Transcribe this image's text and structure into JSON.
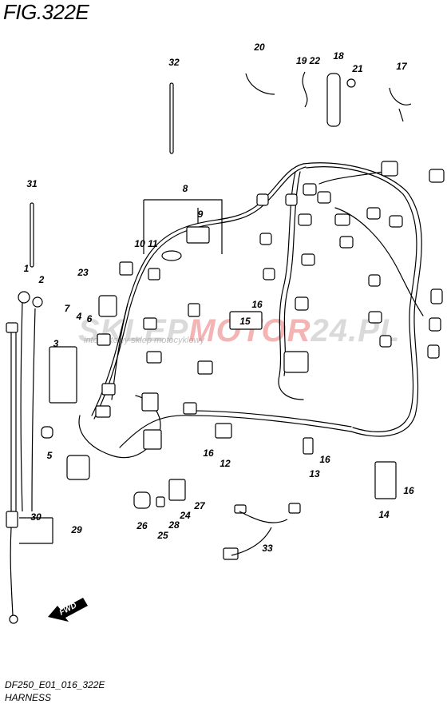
{
  "figure": {
    "title": "FIG.322E",
    "code": "DF250_E01_016_322E",
    "subtitle": "HARNESS"
  },
  "watermark": {
    "brand_main": "SKLEP",
    "brand_accent": "MOTOR",
    "brand_suffix": "24.PL",
    "tagline": "internetowy sklep motocyklowy"
  },
  "fwd_label": "FWD",
  "callouts": {
    "c1": "1",
    "c2": "2",
    "c3": "3",
    "c4": "4",
    "c5": "5",
    "c6": "6",
    "c7": "7",
    "c8": "8",
    "c9": "9",
    "c10_11": "10 11",
    "c12": "12",
    "c13": "13",
    "c14": "14",
    "c15": "15",
    "c16a": "16",
    "c16b": "16",
    "c16c": "16",
    "c16d": "16",
    "c17": "17",
    "c18": "18",
    "c19_22": "19 22",
    "c20": "20",
    "c21": "21",
    "c23": "23",
    "c24": "24",
    "c25": "25",
    "c26": "26",
    "c27": "27",
    "c28": "28",
    "c29": "29",
    "c30": "30",
    "c31": "31",
    "c32": "32",
    "c33": "33"
  }
}
